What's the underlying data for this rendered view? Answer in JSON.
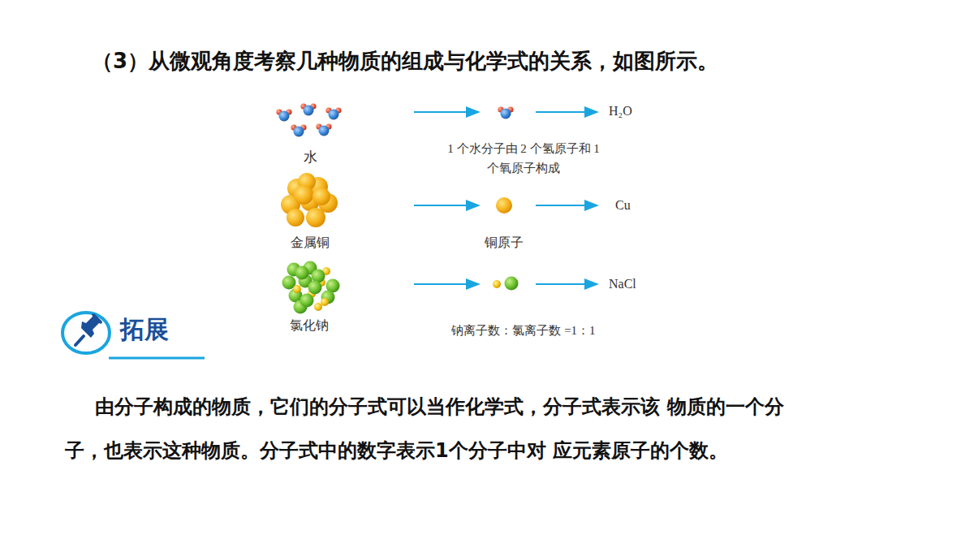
{
  "diagram": {
    "title": "（3）从微观角度考察几种物质的组成与化学式的关系，如图所示。",
    "labels": [
      "水",
      "1 个水分子由 2 个氢原子和 1 个氧原子构成",
      "H₂O",
      "金属铜",
      "铜原子",
      "Cu",
      "氯化钠",
      "钠离子数：氯离子数 =1：1",
      "NaCl",
      "拓展",
      "由分子构成的物质，它们的分子式可以当作化学式，分子式表示该 物质的一个分子，也表示这种物质。分子式中的数字表示1个分子中对 应元素原子的个数。"
    ]
  }
}
